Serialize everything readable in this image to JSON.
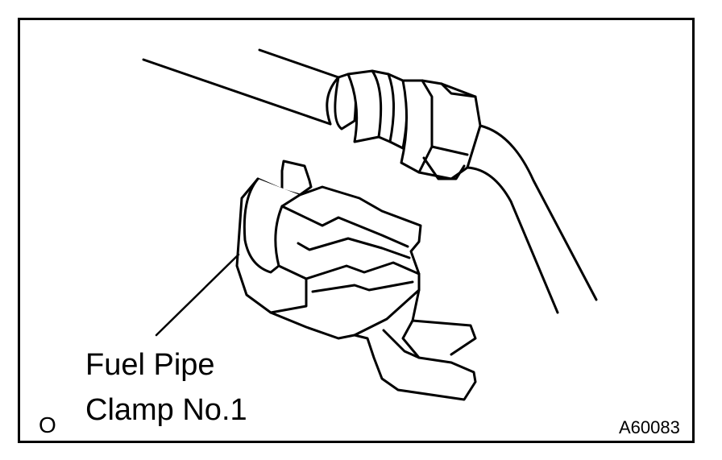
{
  "figure": {
    "callout": {
      "line1": "Fuel Pipe",
      "line2": "Clamp No.1"
    },
    "corner_mark": "O",
    "figure_id": "A60083"
  }
}
